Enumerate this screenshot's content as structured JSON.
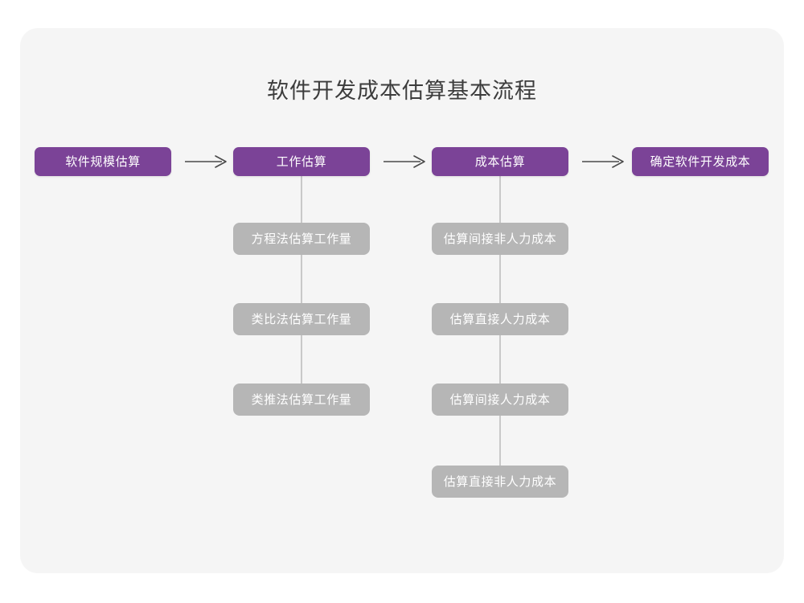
{
  "page": {
    "title": "软件开发成本估算基本流程",
    "background_color": "#ffffff",
    "card_color": "#f5f5f5",
    "primary_color": "#7b4397",
    "secondary_color": "#b6b6b6",
    "connector_color": "#c9c9c9",
    "title_color": "#3c3c3c"
  },
  "flow": {
    "main_steps": [
      {
        "label": "软件规模估算"
      },
      {
        "label": "工作估算"
      },
      {
        "label": "成本估算"
      },
      {
        "label": "确定软件开发成本"
      }
    ],
    "arrows": [
      {
        "glyph": "⟶"
      },
      {
        "glyph": "⟶"
      },
      {
        "glyph": "⟶"
      }
    ],
    "branches": [
      {
        "parent": "工作估算",
        "items": [
          {
            "label": "方程法估算工作量"
          },
          {
            "label": "类比法估算工作量"
          },
          {
            "label": "类推法估算工作量"
          }
        ]
      },
      {
        "parent": "成本估算",
        "items": [
          {
            "label": "估算间接非人力成本"
          },
          {
            "label": "估算直接人力成本"
          },
          {
            "label": "估算间接人力成本"
          },
          {
            "label": "估算直接非人力成本"
          }
        ]
      }
    ]
  }
}
